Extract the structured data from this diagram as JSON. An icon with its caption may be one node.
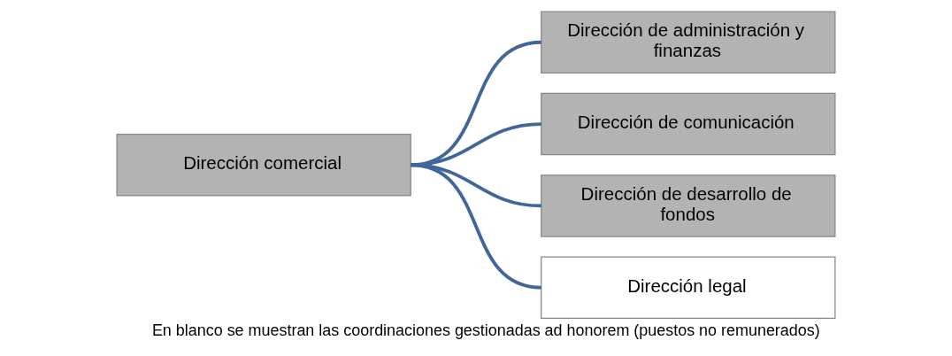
{
  "diagram": {
    "caption": "En blanco se muestran las coordinaciones gestionadas ad honorem (puestos no remunerados)",
    "nodes": [
      {
        "text": [
          "Dirección comercial"
        ]
      },
      {
        "text": [
          "Dirección de administración y finanzas"
        ]
      },
      {
        "text": [
          "Dirección de comunicación"
        ]
      },
      {
        "text": [
          "Dirección de desarrollo de fondos"
        ]
      },
      {
        "text": [
          "Dirección legal"
        ]
      }
    ],
    "edges": [
      {
        "from": 0,
        "to": 1,
        "arrow": "none"
      },
      {
        "from": 0,
        "to": 2,
        "arrow": "none"
      },
      {
        "from": 0,
        "to": 3,
        "arrow": "none"
      },
      {
        "from": 0,
        "to": 4,
        "arrow": "none"
      }
    ]
  }
}
